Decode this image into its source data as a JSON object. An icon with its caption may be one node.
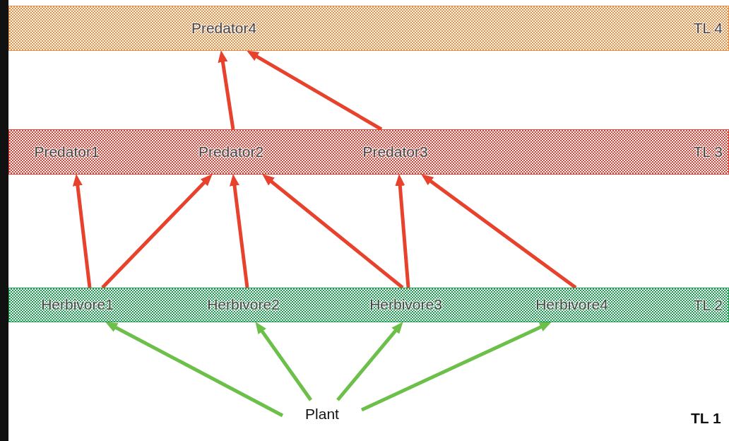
{
  "diagram": {
    "nodes": [
      {
        "text": [
          "TL 4"
        ]
      },
      {
        "text": [
          "Predator4"
        ],
        "in": 0
      },
      {
        "text": [
          "TL 3"
        ]
      },
      {
        "text": [
          "Predator1"
        ],
        "in": 2
      },
      {
        "text": [
          "Predator2"
        ],
        "in": 2
      },
      {
        "text": [
          "Predator3"
        ],
        "in": 2
      },
      {
        "text": [
          "TL 2"
        ]
      },
      {
        "text": [
          "Herbivore1"
        ],
        "in": 6
      },
      {
        "text": [
          "Herbivore2"
        ],
        "in": 6
      },
      {
        "text": [
          "Herbivore3"
        ],
        "in": 6
      },
      {
        "text": [
          "Herbivore4"
        ],
        "in": 6
      },
      {
        "text": [
          "Plant"
        ]
      }
    ],
    "edges": [
      {
        "from": 4,
        "to": 1,
        "arrow": "to"
      },
      {
        "from": 5,
        "to": 1,
        "arrow": "to"
      },
      {
        "from": 7,
        "to": 3,
        "arrow": "to"
      },
      {
        "from": 7,
        "to": 4,
        "arrow": "to"
      },
      {
        "from": 8,
        "to": 4,
        "arrow": "to"
      },
      {
        "from": 9,
        "to": 4,
        "arrow": "to"
      },
      {
        "from": 9,
        "to": 5,
        "arrow": "to"
      },
      {
        "from": 10,
        "to": 5,
        "arrow": "to"
      },
      {
        "from": 11,
        "to": 7,
        "arrow": "to",
        "color": "#6cc04a"
      },
      {
        "from": 11,
        "to": 8,
        "arrow": "to",
        "color": "#6cc04a"
      },
      {
        "from": 11,
        "to": 9,
        "arrow": "to",
        "color": "#6cc04a"
      },
      {
        "from": 11,
        "to": 10,
        "arrow": "to",
        "color": "#6cc04a"
      }
    ],
    "labels": [
      "TL 1"
    ]
  }
}
